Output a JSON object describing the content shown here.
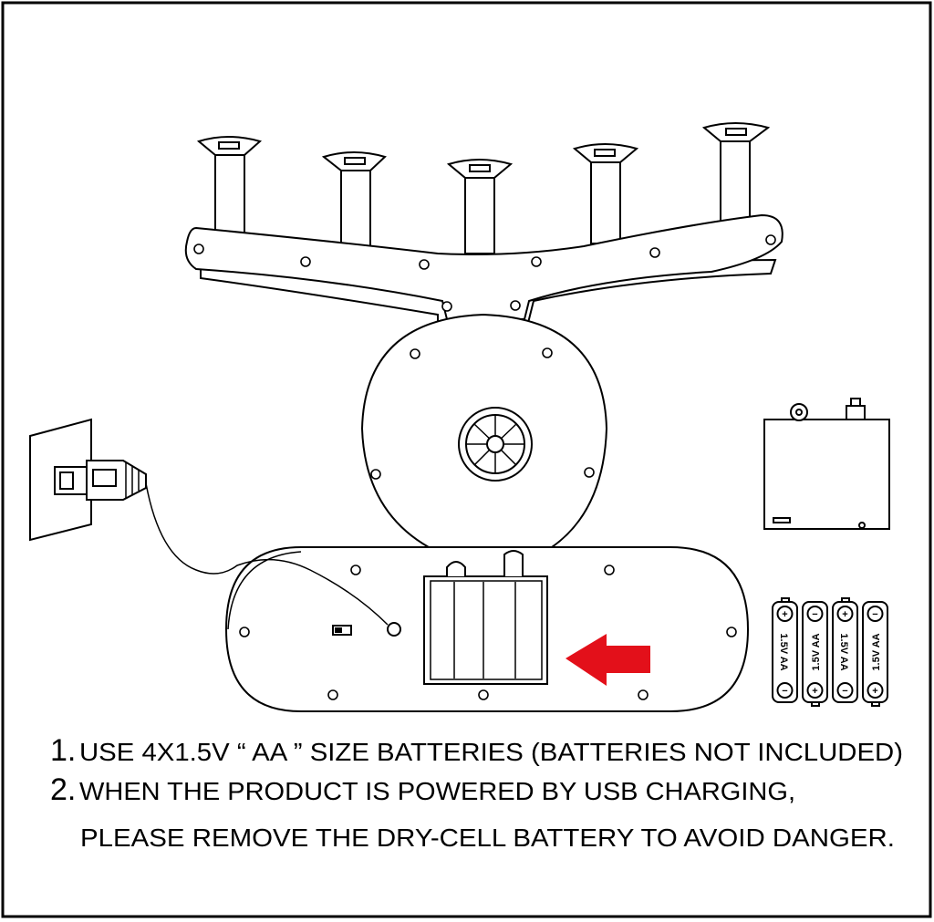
{
  "instructions": [
    {
      "number": "1.",
      "text": "USE 4X1.5V “ AA ” SIZE BATTERIES (BATTERIES NOT INCLUDED)"
    },
    {
      "number": "2.",
      "text": "WHEN THE PRODUCT IS POWERED BY USB CHARGING,"
    },
    {
      "number": "",
      "text": "PLEASE REMOVE THE DRY-CELL BATTERY TO AVOID DANGER."
    }
  ],
  "batteries": [
    {
      "label": "1.5V AA",
      "top": "+",
      "bottom": "−"
    },
    {
      "label": "1.5V AA",
      "top": "−",
      "bottom": "+"
    },
    {
      "label": "1.5V AA",
      "top": "+",
      "bottom": "−"
    },
    {
      "label": "1.5V AA",
      "top": "−",
      "bottom": "+"
    }
  ],
  "colors": {
    "arrow": "#e3101a",
    "line": "#000000"
  }
}
